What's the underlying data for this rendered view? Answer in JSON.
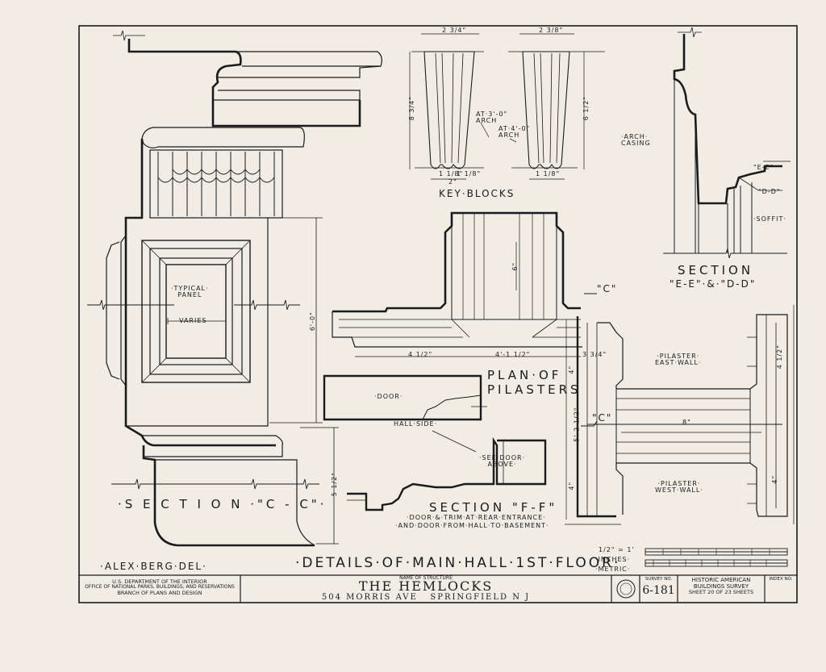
{
  "dims": {
    "keyblock_top_1": "2 3/4\"",
    "keyblock_top_2": "2 3/8\"",
    "keyblock_height_1": "8 3/4\"",
    "keyblock_height_2": "6 1/2\"",
    "keyblock_base_a": "1 1/8\"",
    "keyblock_base_b": "2\"",
    "pilaster_leg": "6\"",
    "plan_4_half": "4 1/2\"",
    "plan_4_1_half": "4'-1 1/2\"",
    "plan_3_4": "3 3/4\"",
    "panel_height": "6'-0\"",
    "base_height": "5 1/2\"",
    "section_top": "4\"",
    "section_mid": "5'-2 1/2\"",
    "section_bot": "4\"",
    "pilaster_width": "8\"",
    "pilaster_right_top": "4 1/2\"",
    "pilaster_right_bot": "4\""
  },
  "labels": {
    "at_30_arch": "AT·3'-0\"\nARCH",
    "at_40_arch": "AT·4'-0\"\nARCH",
    "key_blocks": "KEY·BLOCKS",
    "arch_casing": "·ARCH·\nCASING",
    "ee_marker": "\"E-E\"",
    "dd_marker": "\"D-D\"",
    "soffit": "·SOFFIT·",
    "section_ee_dd_1": "SECTION",
    "section_ee_dd_2": "\"E-E\"·&·\"D-D\"",
    "c_marker_top": "\"C\"",
    "c_marker_mid": "\"C\"",
    "typical_panel": "·TYPICAL·\nPANEL",
    "varies": "VARIES",
    "plan_of": "PLAN·OF",
    "pilasters": "PILASTERS",
    "door": "·DOOR·",
    "hall_side": "HALL·SIDE·",
    "see_door_above": "·SEE·DOOR·\nABOVE·",
    "pilaster_east": "·PILASTER·\nEAST·WALL·",
    "pilaster_west": "·PILASTER·\nWEST·WALL·",
    "section_cc": "·S E C T I O N ·\"C - C\"·",
    "section_ff": "SECTION \"F-F\"",
    "ff_note_1": "·DOOR·&·TRIM·AT·REAR·ENTRANCE·",
    "ff_note_2": "·AND·DOOR·FROM·HALL·TO·BASEMENT·",
    "delineator": "·ALEX·BERG·DEL·",
    "sheet_title": "·DETAILS·OF·MAIN·HALL·1ST·FLOOR·",
    "scale": "1/2\" = 1'",
    "scale_inches": "·INCHES·",
    "scale_metric": "·METRIC·"
  },
  "title_block": {
    "agency_1": "U.S. DEPARTMENT OF THE INTERIOR",
    "agency_2": "OFFICE OF NATIONAL PARKS, BUILDINGS, AND RESERVATIONS",
    "agency_3": "BRANCH OF PLANS AND DESIGN",
    "name_caption": "NAME OF STRUCTURE",
    "structure_name": "THE HEMLOCKS",
    "address": "504 MORRIS AVE   SPRINGFIELD N J",
    "survey_caption": "SURVEY NO.",
    "survey_no": "6-181",
    "habs_1": "HISTORIC AMERICAN",
    "habs_2": "BUILDINGS SURVEY",
    "sheet_info": "SHEET 20 OF 23 SHEETS",
    "index_caption": "INDEX NO."
  },
  "colors": {
    "paper": "#f1ede4",
    "ink": "#1b1b1b"
  }
}
